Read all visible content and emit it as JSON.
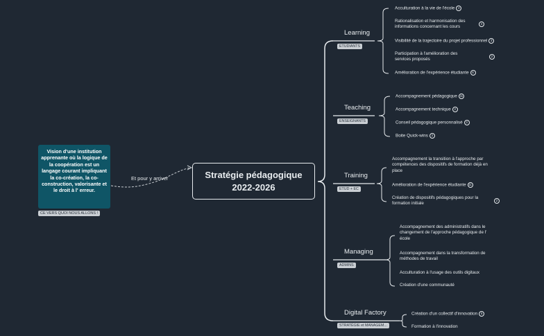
{
  "vision": {
    "text": "Vision d'une institution apprenante où la logique de la coopération est un langage courant impliquant la co-création, la co-construction, valorisante et le droit à l' erreur.",
    "tag": "CE VERS QUOI NOUS ALLONS !"
  },
  "relation_label": "Et pour y arriver",
  "central": {
    "line1": "Stratégie pédagogique",
    "line2": "2022-2026"
  },
  "branches": [
    {
      "title": "Learning",
      "tag": "ETUDIANTS",
      "leaves": [
        {
          "text": "Acculturation à la vie de l'école",
          "badge": "2"
        },
        {
          "text": "Rationalisation et harmonisation des informations concernant les cours",
          "badge": "4"
        },
        {
          "text": "Visibilité de la trajectoire du projet professionnel",
          "badge": "3"
        },
        {
          "text": "Participation à l'amélioration des services proposés",
          "badge": "2"
        },
        {
          "text": "Amélioration de l'expérience étudiante",
          "badge": "6"
        }
      ]
    },
    {
      "title": "Teaching",
      "tag": "ENSEIGNANTS",
      "leaves": [
        {
          "text": "Accompagnement pédagogique",
          "badge": "11"
        },
        {
          "text": "Accompagnement technique",
          "badge": "2"
        },
        {
          "text": "Conseil pédagogique personnalisé",
          "badge": "3"
        },
        {
          "text": "Boite Quick-wins",
          "badge": "2"
        }
      ]
    },
    {
      "title": "Training",
      "tag": "ETUD + EC",
      "leaves": [
        {
          "text": "Accompagnement la transition à l'approche par compétences des dispositifs de formation déjà en place",
          "badge": ""
        },
        {
          "text": "Amélioration de l'expérience étudiante",
          "badge": "11"
        },
        {
          "text": "Création de dispositifs pédagogiques pour la formation initiale",
          "badge": "2"
        }
      ]
    },
    {
      "title": "Managing",
      "tag": "ADMINS",
      "leaves": [
        {
          "text": "Accompagnement des administratifs dans le changement de l'approche pédagogique de l' école",
          "badge": ""
        },
        {
          "text": "Accompagnement dans la transformation de méthodes de travail",
          "badge": ""
        },
        {
          "text": "Acculturation à l'usage des outils digitaux",
          "badge": ""
        },
        {
          "text": "Création d'une communauté",
          "badge": ""
        }
      ]
    },
    {
      "title": "Digital Factory",
      "tag": "STRATÉGIE et MANAGEM...",
      "leaves": [
        {
          "text": "Création d'un collectif d'innovation",
          "badge": "5"
        },
        {
          "text": "Formation à l'innovation",
          "badge": ""
        }
      ]
    }
  ]
}
